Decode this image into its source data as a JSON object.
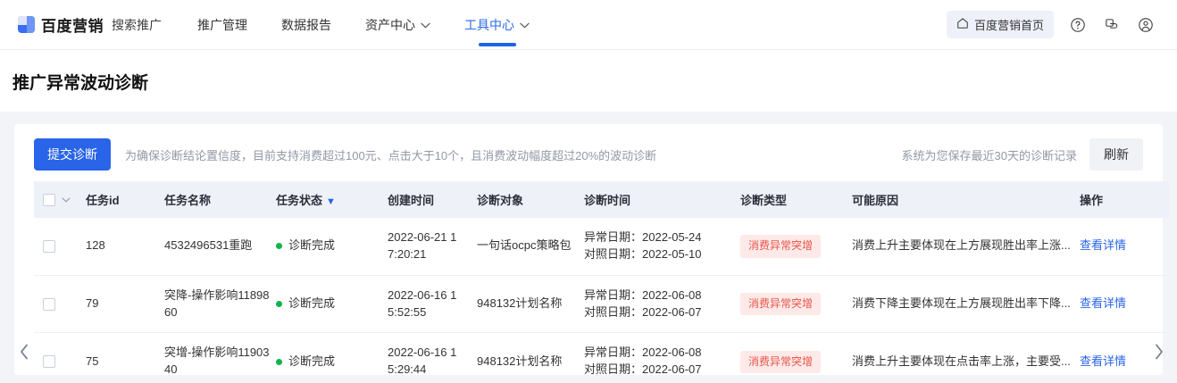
{
  "header": {
    "brand_name": "百度营销",
    "brand_sub": "搜索推广",
    "nav": [
      {
        "label": "推广管理",
        "has_caret": false,
        "active": false
      },
      {
        "label": "数据报告",
        "has_caret": false,
        "active": false
      },
      {
        "label": "资产中心",
        "has_caret": true,
        "active": false
      },
      {
        "label": "工具中心",
        "has_caret": true,
        "active": true
      }
    ],
    "home_pill": "百度营销首页",
    "icons": [
      "home-icon",
      "help-icon",
      "copy-icon",
      "account-icon"
    ],
    "accent_color": "#2a64e8"
  },
  "page": {
    "title": "推广异常波动诊断"
  },
  "toolbar": {
    "submit_label": "提交诊断",
    "hint": "为确保诊断结论置信度，目前支持消费超过100元、点击大于10个，且消费波动幅度超过20%的波动诊断",
    "note": "系统为您保存最近30天的诊断记录",
    "refresh_label": "刷新"
  },
  "table": {
    "columns": [
      {
        "key": "checkbox",
        "label": ""
      },
      {
        "key": "task_id",
        "label": "任务id"
      },
      {
        "key": "task_name",
        "label": "任务名称"
      },
      {
        "key": "task_status",
        "label": "任务状态",
        "filter": true
      },
      {
        "key": "create_time",
        "label": "创建时间"
      },
      {
        "key": "diag_object",
        "label": "诊断对象"
      },
      {
        "key": "diag_time",
        "label": "诊断时间"
      },
      {
        "key": "diag_type",
        "label": "诊断类型"
      },
      {
        "key": "possible_reason",
        "label": "可能原因"
      },
      {
        "key": "action",
        "label": "操作"
      }
    ],
    "rows": [
      {
        "task_id": "128",
        "task_name": "4532496531重跑",
        "task_status": "诊断完成",
        "status_color": "#0ab54b",
        "create_time": "2022-06-21 1\n7:20:21",
        "diag_object": "一句话ocpc策略包",
        "diag_time_abnormal": "异常日期：2022-05-24",
        "diag_time_compare": "对照日期：2022-05-10",
        "diag_type": "消费异常突增",
        "possible_reason": "消费上升主要体现在上方展现胜出率上涨...",
        "action": "查看详情"
      },
      {
        "task_id": "79",
        "task_name": "突降-操作影响11898\n60",
        "task_status": "诊断完成",
        "status_color": "#0ab54b",
        "create_time": "2022-06-16 1\n5:52:55",
        "diag_object": "948132计划名称",
        "diag_time_abnormal": "异常日期：2022-06-08",
        "diag_time_compare": "对照日期：2022-06-07",
        "diag_type": "消费异常突增",
        "possible_reason": "消费下降主要体现在上方展现胜出率下降...",
        "action": "查看详情"
      },
      {
        "task_id": "75",
        "task_name": "突增-操作影响11903\n40",
        "task_status": "诊断完成",
        "status_color": "#0ab54b",
        "create_time": "2022-06-16 1\n5:29:44",
        "diag_object": "948132计划名称",
        "diag_time_abnormal": "异常日期：2022-06-08",
        "diag_time_compare": "对照日期：2022-06-07",
        "diag_type": "消费异常突增",
        "possible_reason": "消费上升主要体现在点击率上涨，主要受...",
        "action": "查看详情"
      }
    ]
  },
  "pager": {
    "prev_icon": "chevron-left-icon",
    "next_icon": "chevron-right-icon"
  }
}
